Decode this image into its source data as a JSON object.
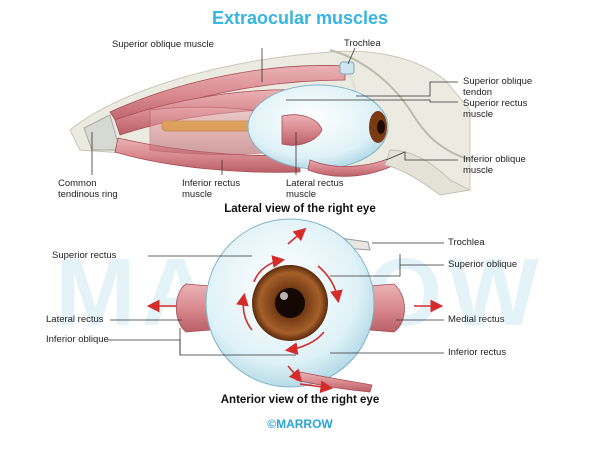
{
  "title": "Extraocular muscles",
  "watermark": "MARROW",
  "brand": "©MARROW",
  "lateral": {
    "caption": "Lateral view of the right eye",
    "labels": {
      "superior_oblique_muscle": "Superior oblique muscle",
      "trochlea": "Trochlea",
      "superior_oblique_tendon_1": "Superior oblique",
      "superior_oblique_tendon_2": "tendon",
      "superior_rectus_1": "Superior rectus",
      "superior_rectus_2": "muscle",
      "inferior_oblique_1": "Inferior oblique",
      "inferior_oblique_2": "muscle",
      "common_ring_1": "Common",
      "common_ring_2": "tendinous ring",
      "inferior_rectus_1": "Inferior rectus",
      "inferior_rectus_2": "muscle",
      "lateral_rectus_1": "Lateral rectus",
      "lateral_rectus_2": "muscle"
    }
  },
  "anterior": {
    "caption": "Anterior view of the right eye",
    "labels": {
      "superior_rectus": "Superior rectus",
      "trochlea": "Trochlea",
      "superior_oblique": "Superior oblique",
      "lateral_rectus": "Lateral rectus",
      "medial_rectus": "Medial rectus",
      "inferior_oblique": "Inferior oblique",
      "inferior_rectus": "Inferior rectus"
    }
  },
  "colors": {
    "title": "#35b5e1",
    "muscle": "#d98a8f",
    "muscle_dark": "#b85a62",
    "sclera": "#e8f6fb",
    "iris": "#8a4a1f",
    "arrow": "#d62b2b",
    "nerve": "#e0b21a",
    "bone": "#e7e6dc"
  }
}
